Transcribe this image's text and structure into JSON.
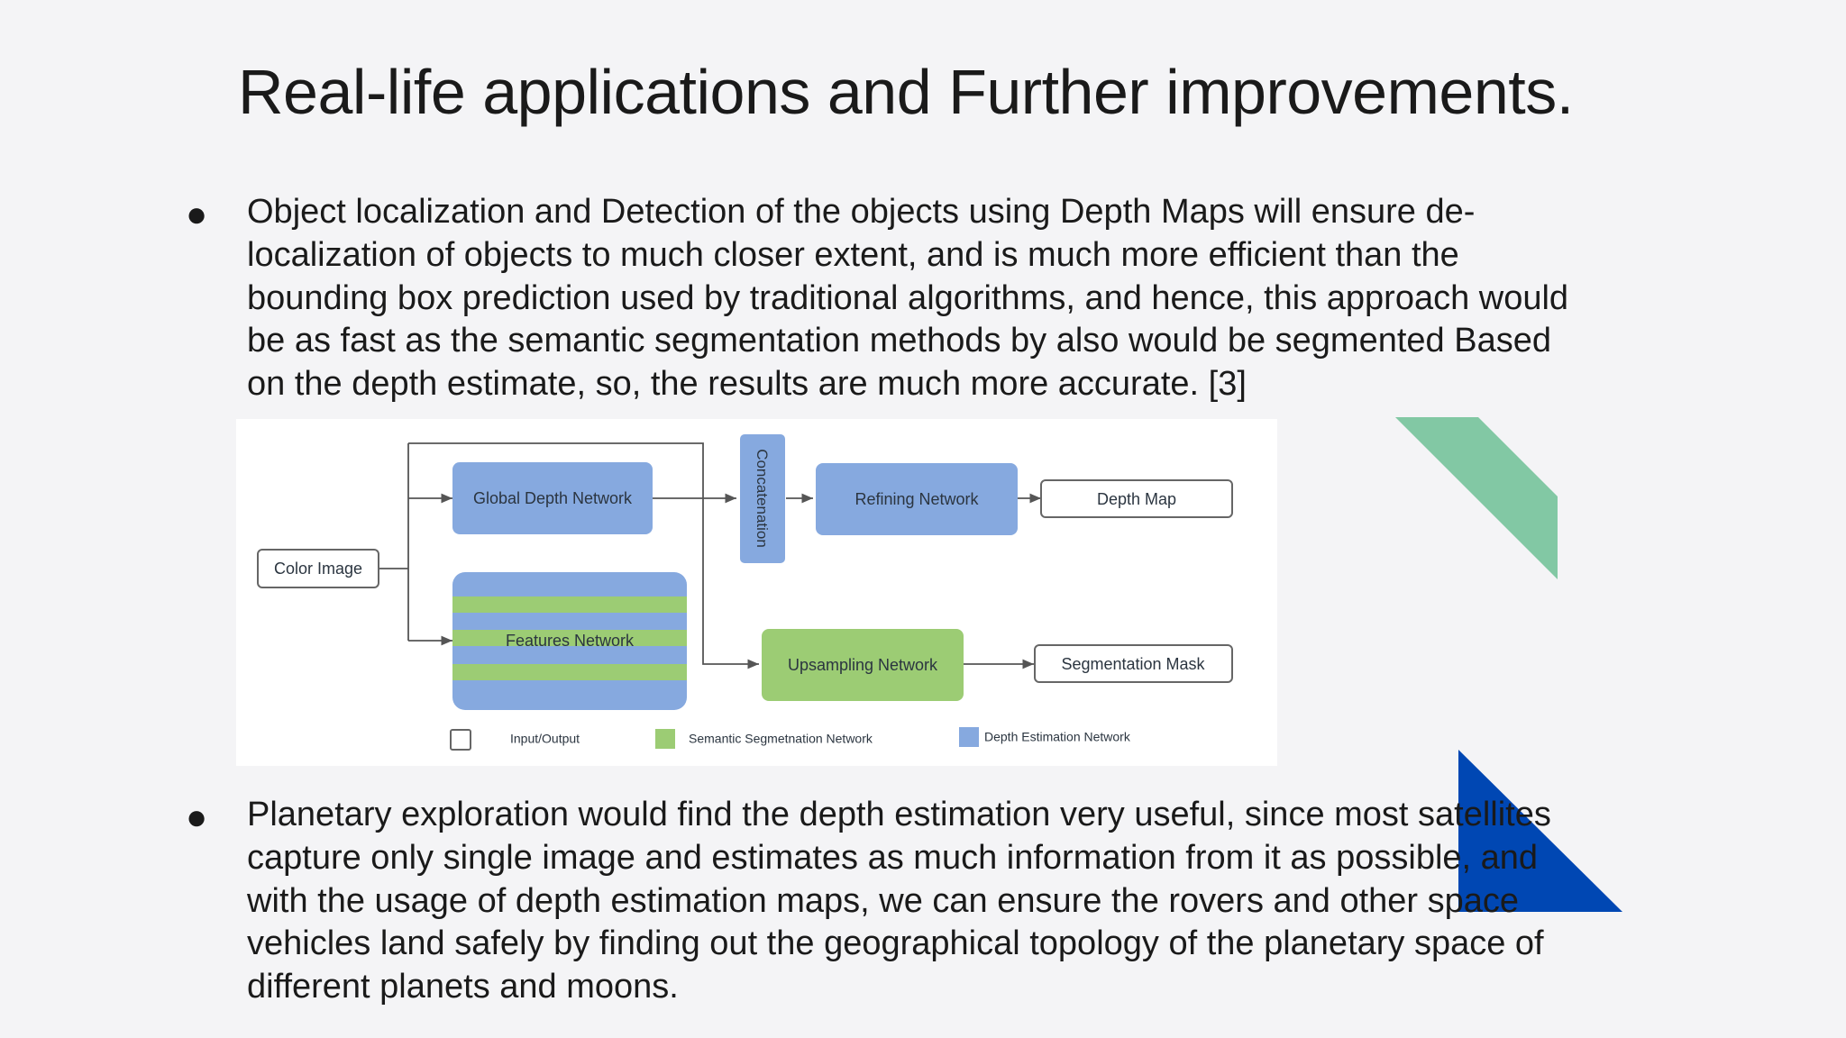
{
  "slide": {
    "title": "Real-life applications and Further improvements.",
    "bullet_symbol": "●",
    "bullet1": "Object localization and Detection of the objects using Depth Maps will ensure de-localization of objects to much closer extent, and is much more efficient than the bounding box prediction used by traditional algorithms, and hence, this approach would be as fast as the semantic segmentation methods by also would be segmented Based on the depth estimate, so, the results are much more accurate. [3]",
    "bullet2": "Planetary exploration would find the depth estimation very useful, since most satellites capture only single image and estimates as much information from it as possible, and with the usage of depth estimation maps, we can ensure the rovers and other space vehicles land safely by finding out the geographical topology of the planetary space of different planets and moons."
  },
  "diagram": {
    "nodes": {
      "color_image": "Color Image",
      "global_depth": "Global Depth Network",
      "features": "Features Network",
      "concatenation": "Concatenation",
      "refining": "Refining Network",
      "upsampling": "Upsampling Network",
      "depth_map": "Depth Map",
      "segmentation_mask": "Segmentation Mask"
    },
    "legend": {
      "input_output": "Input/Output",
      "semantic": "Semantic Segmetnation Network",
      "depth": "Depth Estimation Network"
    },
    "colors": {
      "blue": "#86a9df",
      "green": "#9ccc74",
      "line": "#555555"
    }
  },
  "decor": {
    "green_shape": "#82c8a4",
    "blue_shape": "#0047b3"
  }
}
